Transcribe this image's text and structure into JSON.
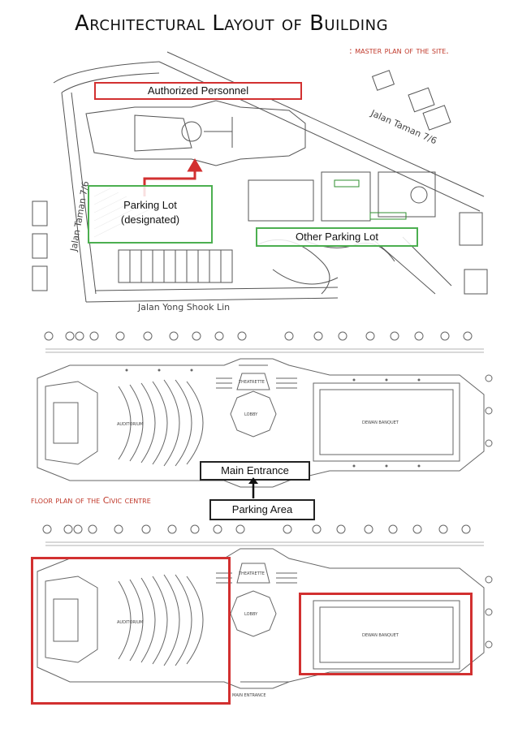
{
  "document": {
    "title": "Architectural Layout of Building",
    "subtitle": ": master plan of the site.",
    "floor_caption": "floor plan of the Civic centre"
  },
  "master_plan": {
    "authorized_personnel": "Authorized Personnel",
    "parking_lot_line1": "Parking Lot",
    "parking_lot_line2": "(designated)",
    "other_parking": "Other Parking Lot",
    "road_1": "Jalan Taman 7/6",
    "road_2": "Jalan Taman 7/6",
    "road_3": "Jalan Yong Shook Lin"
  },
  "floor_plan_1": {
    "auditorium": "AUDITORIUM",
    "lobby": "LOBBY",
    "theatrette": "THEATRETTE",
    "banquet": "DEWAN BANQUET",
    "main_entrance": "Main Entrance",
    "parking_area": "Parking Area"
  },
  "floor_plan_2": {
    "auditorium": "AUDITORIUM",
    "lobby": "LOBBY",
    "theatrette": "THEATRETTE",
    "banquet": "DEWAN BANQUET",
    "main_entrance": "MAIN ENTRANCE"
  },
  "colors": {
    "highlight_red": "#d23030",
    "highlight_green": "#4caf50",
    "caption_red": "#c0392b"
  }
}
